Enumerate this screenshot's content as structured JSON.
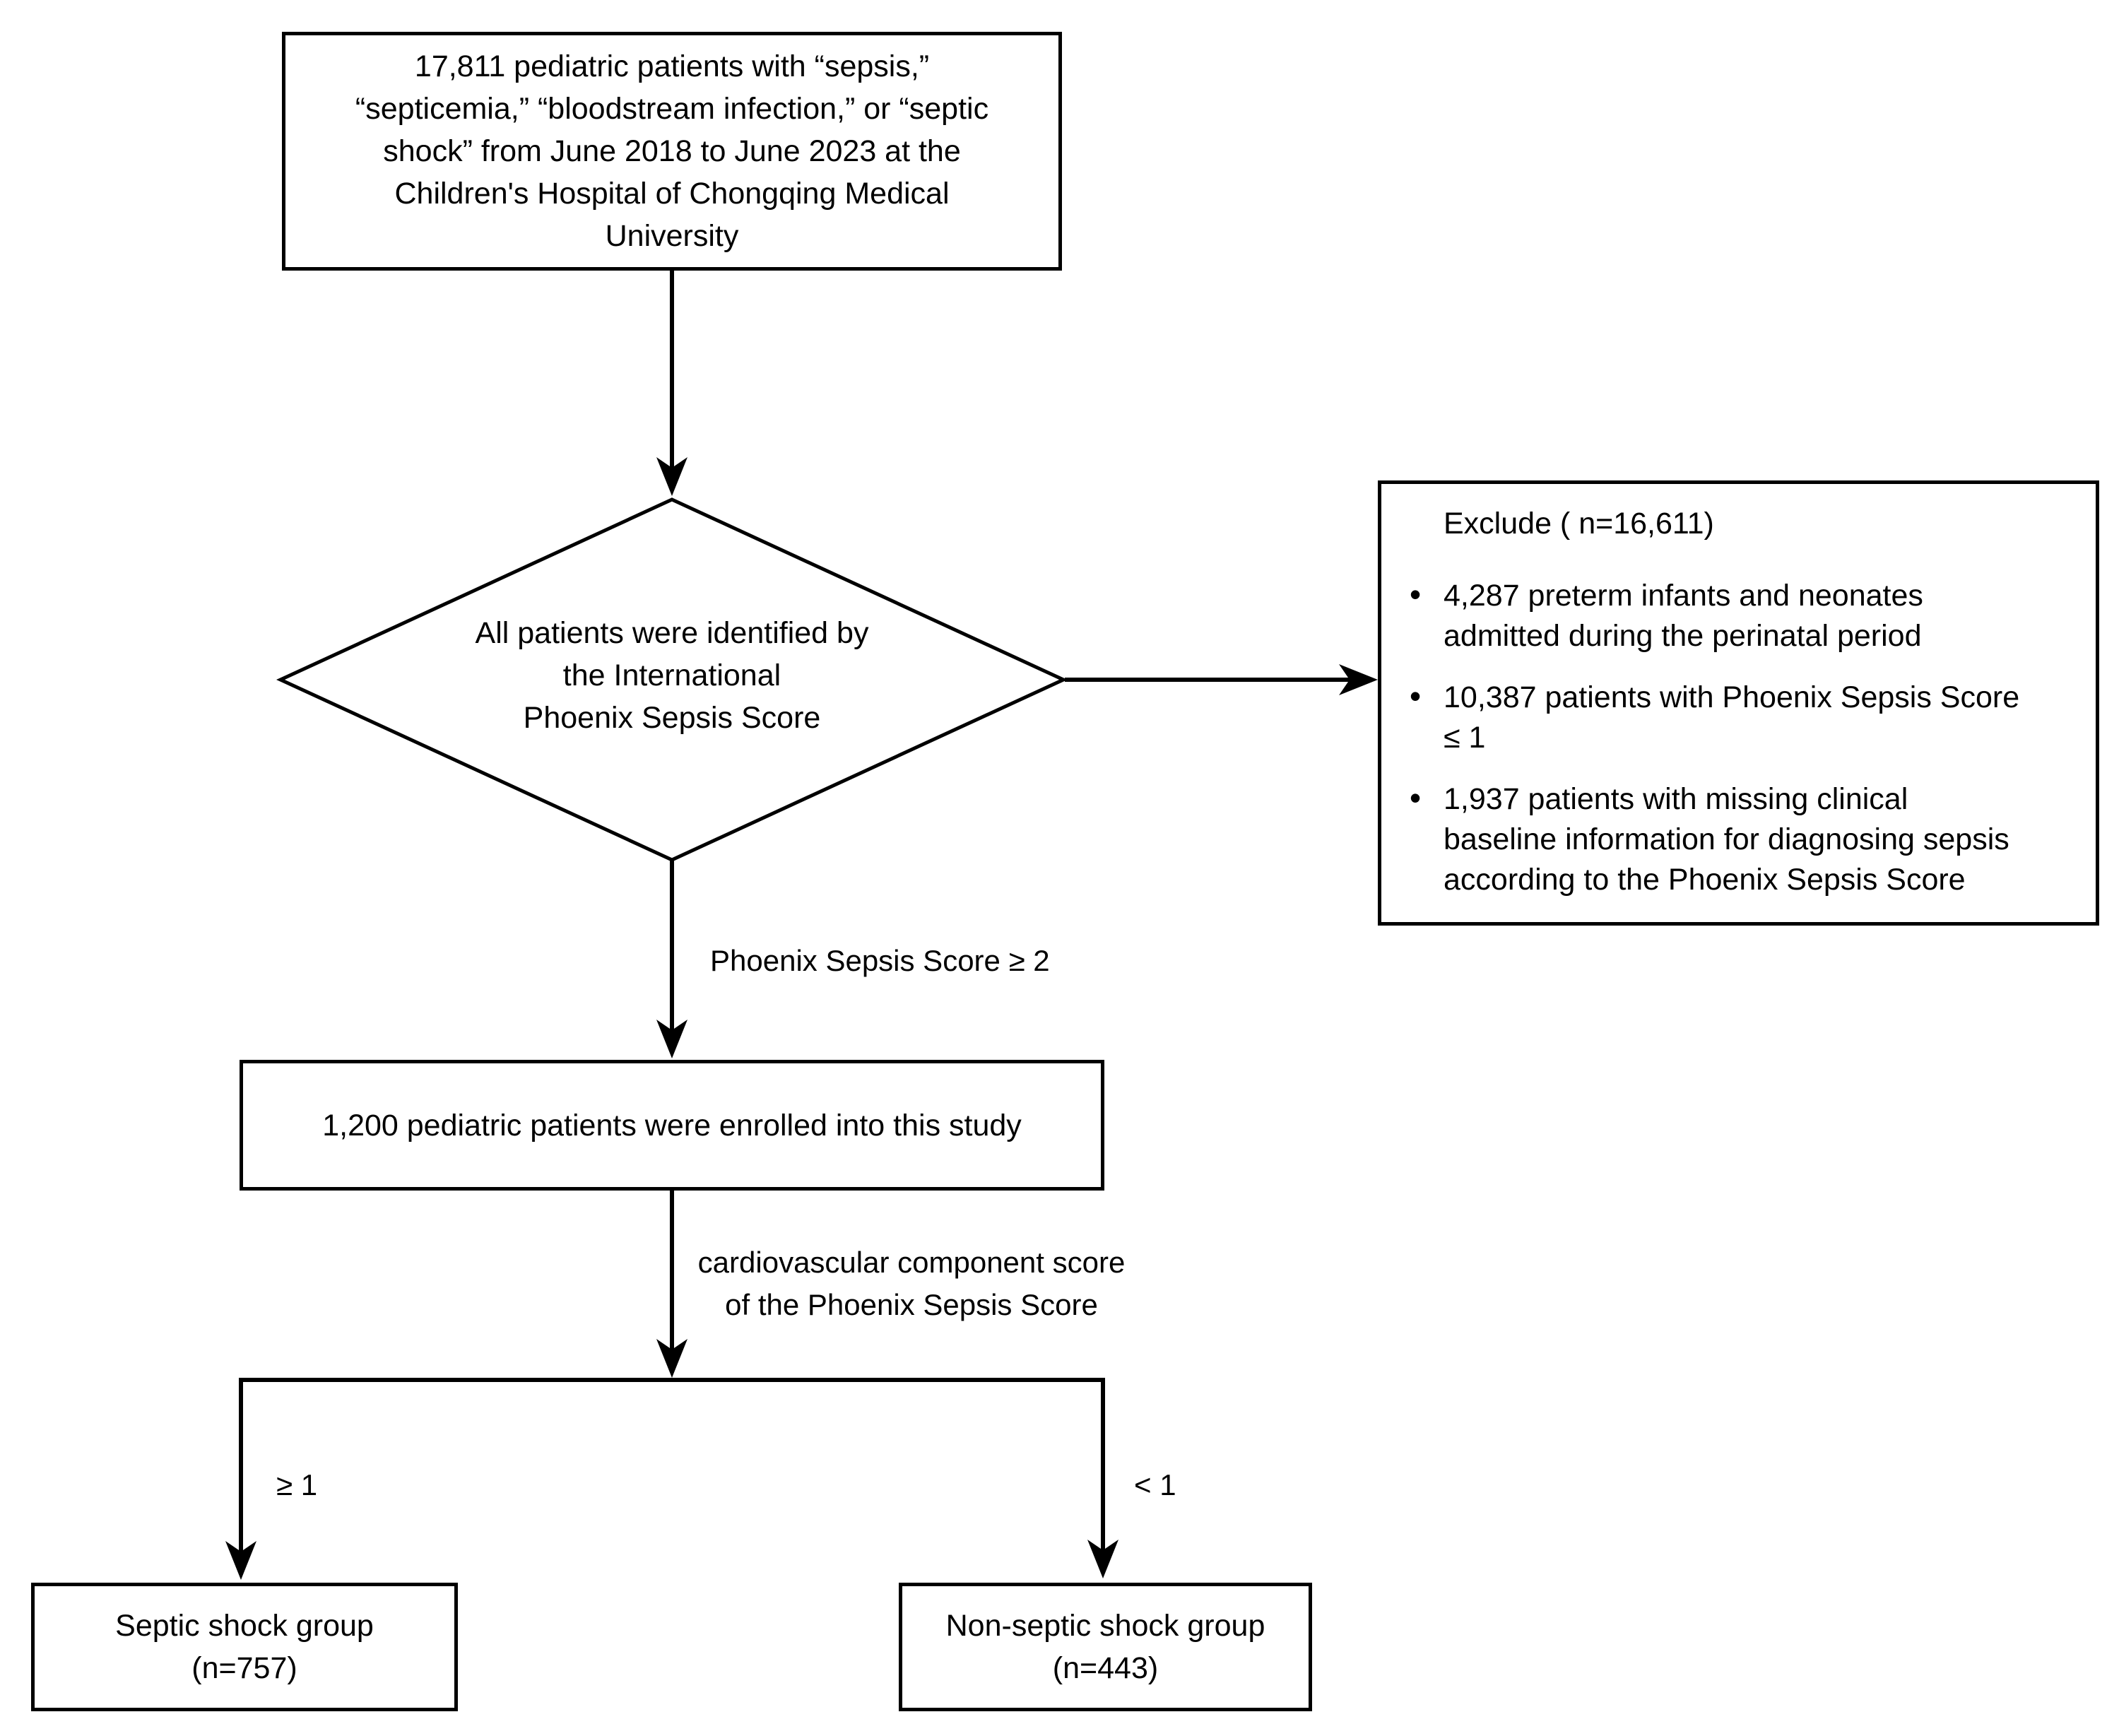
{
  "figure": {
    "colors": {
      "ink": "#000000",
      "background": "#ffffff"
    },
    "boxes": {
      "initial": "17,811 pediatric patients with “sepsis,”\n“septicemia,” “bloodstream infection,” or “septic\nshock” from June 2018 to June 2023 at the\nChildren's Hospital of Chongqing Medical\nUniversity",
      "decision": "All patients were identified by\nthe International\nPhoenix Sepsis Score",
      "exclude_title": "Exclude ( n=16,611)",
      "exclude_items": [
        "4,287 preterm infants and neonates\nadmitted during the perinatal period",
        "10,387 patients with Phoenix Sepsis Score\n≤ 1",
        "1,937 patients with missing clinical\nbaseline information for diagnosing sepsis\naccording to the Phoenix Sepsis Score"
      ],
      "enrolled": "1,200 pediatric patients were enrolled into this study",
      "septic_group": "Septic shock group\n(n=757)",
      "non_septic_group": "Non-septic shock group\n(n=443)"
    },
    "labels": {
      "score_ge2": "Phoenix Sepsis Score ≥ 2",
      "cardio_split": "cardiovascular component score\nof the Phoenix Sepsis Score",
      "left_branch": "≥ 1",
      "right_branch": "< 1"
    }
  }
}
